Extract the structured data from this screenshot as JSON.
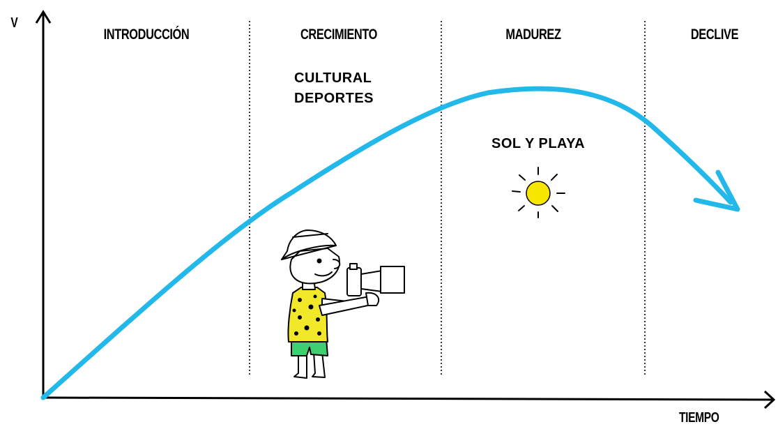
{
  "axes": {
    "y_label": "V",
    "x_label": "TIEMPO"
  },
  "phases": [
    {
      "id": "introduccion",
      "label": "INTRODUCCIÓN"
    },
    {
      "id": "crecimiento",
      "label": "CRECIMIENTO"
    },
    {
      "id": "madurez",
      "label": "MADUREZ"
    },
    {
      "id": "declive",
      "label": "DECLIVE"
    }
  ],
  "segments": {
    "crecimiento": [
      "CULTURAL",
      "DEPORTES"
    ],
    "madurez": [
      "SOL Y PLAYA"
    ]
  },
  "colors": {
    "curve": "#22b8ea",
    "axis": "#000000",
    "divider": "#333333",
    "sun_fill": "#f7e600",
    "shirt": "#f2e82a",
    "shorts": "#3fcf6e"
  },
  "icons": [
    "sun-icon",
    "tourist-with-camera-illustration"
  ]
}
